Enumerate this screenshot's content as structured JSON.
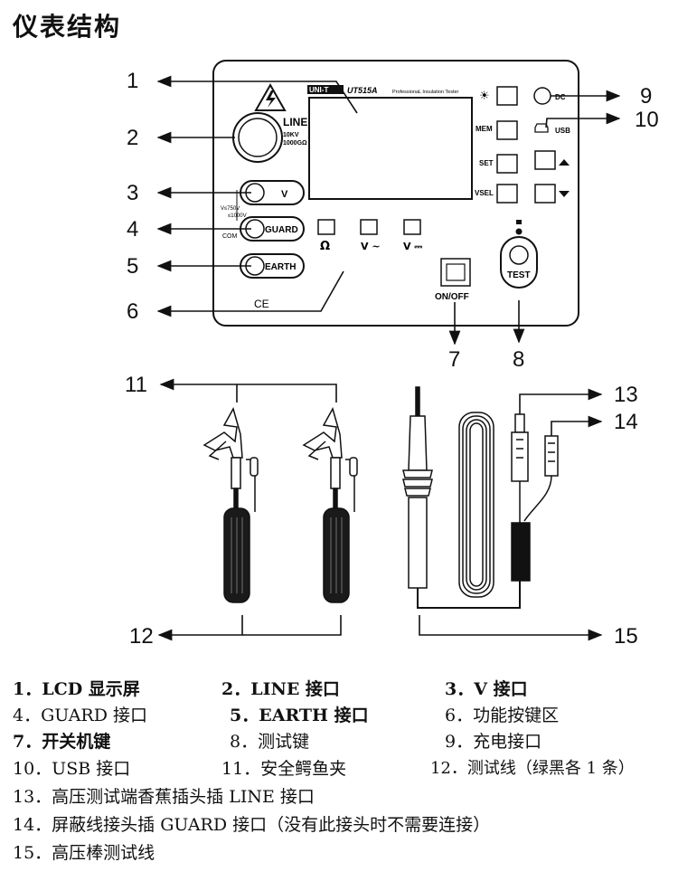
{
  "title": "仪表结构",
  "device": {
    "brand": "UNI-T",
    "model": "UT515A",
    "desc": "ProfessionaL Insulation Tester",
    "line_label": "LINE",
    "line_sub1": "10KV",
    "line_sub2": "1000GΩ",
    "v_jack": "V",
    "v_note1": "V≤750V",
    "v_note2": "≤1000V",
    "com": "COM",
    "guard": "GUARD",
    "earth": "EARTH",
    "ce": "CE",
    "btn_light": "☀",
    "mem": "MEM",
    "set": "SET",
    "vsel": "VSEL",
    "dc": "DC",
    "usb": "USB",
    "ohm": "Ω",
    "vac": "V ~",
    "vdc": "V ⎓",
    "onoff": "ON/OFF",
    "test": "TEST"
  },
  "callouts": [
    "1",
    "2",
    "3",
    "4",
    "5",
    "6",
    "7",
    "8",
    "9",
    "10",
    "11",
    "12",
    "13",
    "14",
    "15"
  ],
  "legend": [
    [
      "1．LCD 显示屏",
      "2．LINE 接口",
      "3．V 接口"
    ],
    [
      "4．GUARD 接口",
      "5．EARTH 接口",
      "6．功能按键区"
    ],
    [
      "7．开关机键",
      "8．测试键",
      "9．充电接口"
    ],
    [
      "10．USB 接口",
      "11．安全鳄鱼夹",
      "12．测试线（绿黑各 1 条）"
    ],
    [
      "13．高压测试端香蕉插头插 LINE 接口"
    ],
    [
      "14．屏蔽线接头插 GUARD 接口（没有此接头时不需要连接）"
    ],
    [
      "15．高压棒测试线"
    ]
  ]
}
